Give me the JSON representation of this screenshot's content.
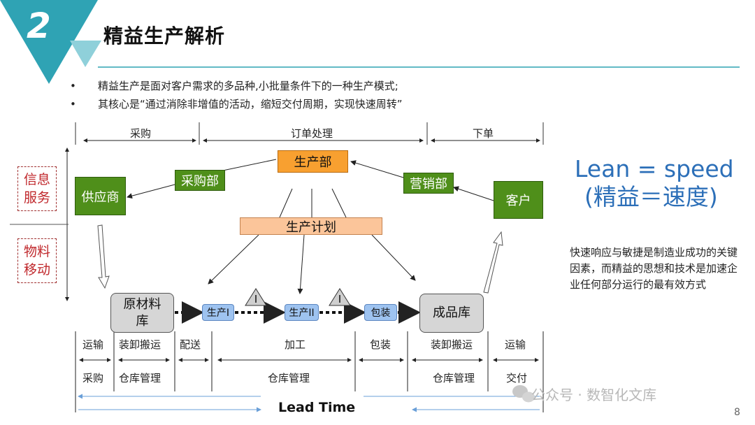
{
  "section_number": "2",
  "title": "精益生产解析",
  "bullets": [
    "精益生产是面对客户需求的多品种,小批量条件下的一种生产模式;",
    "其核心是“通过消除非增值的活动，缩短交付周期，实现快速周转”"
  ],
  "phases": [
    "采购",
    "订单处理",
    "下单"
  ],
  "side_labels": {
    "info": "信息\n服务",
    "material": "物料\n移动"
  },
  "nodes": {
    "supplier": "供应商",
    "purchasing_dept": "采购部",
    "production_dept": "生产部",
    "marketing_dept": "营销部",
    "customer": "客户",
    "production_plan": "生产计划",
    "raw_material_store": "原材料\n库",
    "production_1": "生产I",
    "production_2": "生产II",
    "packaging": "包装",
    "finished_goods_store": "成品库"
  },
  "activities_row1": [
    "运输",
    "装卸搬运",
    "配送",
    "加工",
    "包装",
    "装卸搬运",
    "运输"
  ],
  "activities_row2": [
    "采购",
    "仓库管理",
    "仓库管理",
    "仓库管理",
    "交付"
  ],
  "lead_time": "Lead Time",
  "lean_title_1": "Lean = speed",
  "lean_title_2": "(精益＝速度)",
  "description": "快速响应与敏捷是制造业成功的关键因素，而精益的思想和技术是加速企业任何部分运行的最有效方式",
  "watermark": "公众号 · 数智化文库",
  "page_number": "8",
  "icons": [
    "triangle-inventory-icon",
    "wechat-icon"
  ],
  "colors": {
    "teal": "#2fa3b4",
    "green": "#4f8f1a",
    "orange": "#f8a030",
    "blue_accent": "#2c6fb8",
    "red_label": "#c0282c"
  }
}
